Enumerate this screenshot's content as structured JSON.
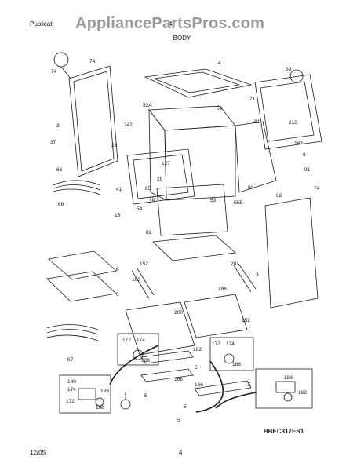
{
  "header": {
    "publication_prefix": "Publicati",
    "publication_suffix": "4",
    "section_title": "BODY",
    "watermark": "AppliancePartsPros.com"
  },
  "footer": {
    "date": "12/05",
    "page_number": "4",
    "diagram_code": "BBEC317ES1"
  },
  "part_labels": [
    "74",
    "74",
    "4",
    "39",
    "71",
    "3",
    "52A",
    "242",
    "59",
    "81",
    "218",
    "143",
    "37",
    "23",
    "8",
    "66",
    "127",
    "29",
    "91",
    "85",
    "80",
    "68",
    "41",
    "76",
    "53",
    "55B",
    "15",
    "54",
    "62",
    "74",
    "82",
    "3",
    "152",
    "201",
    "166",
    "6",
    "186",
    "200",
    "6",
    "152",
    "172",
    "174",
    "188",
    "162",
    "172",
    "174",
    "188",
    "67",
    "180",
    "174",
    "169",
    "188",
    "166",
    "172",
    "5",
    "5",
    "188",
    "169",
    "166",
    "5",
    "5",
    "5"
  ],
  "diagram": {
    "line_color": "#1a1a1a",
    "callout_arrow_color": "#1a1a1a"
  }
}
